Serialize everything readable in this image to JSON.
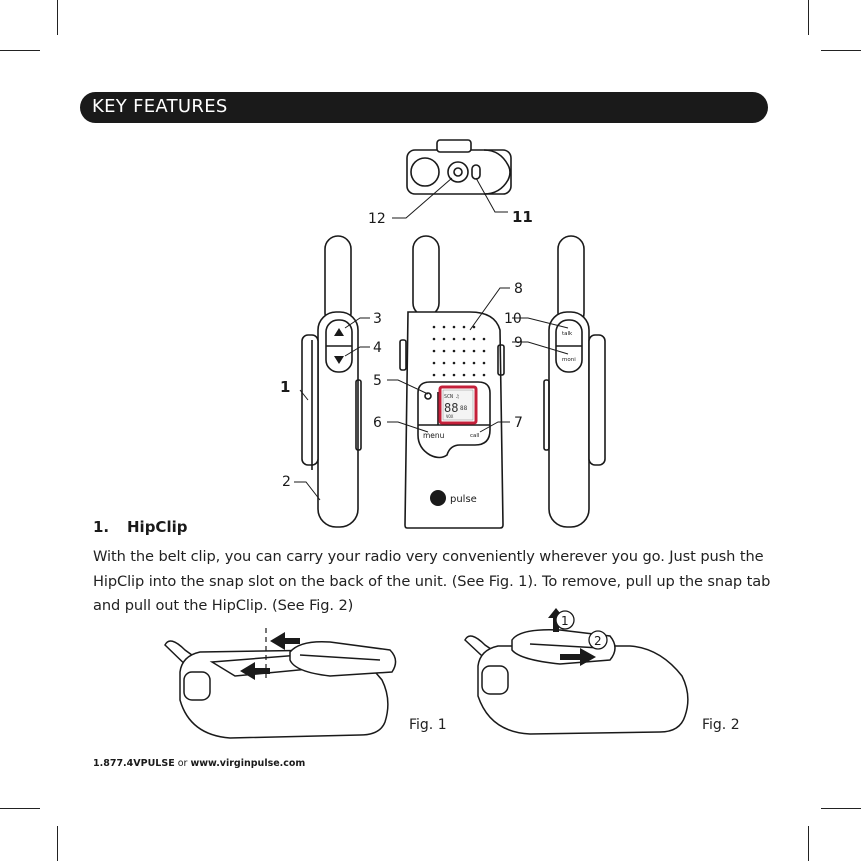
{
  "header": {
    "title": "KEY FEATURES"
  },
  "callouts": {
    "c1": "1",
    "c2": "2",
    "c3": "3",
    "c4": "4",
    "c5": "5",
    "c6": "6",
    "c7": "7",
    "c8": "8",
    "c9": "9",
    "c10": "10",
    "c11": "11",
    "c12": "12"
  },
  "device": {
    "menu_label": "menu",
    "call_label": "call",
    "talk_label": "talk",
    "moni_label": "moni",
    "brand_label": "pulse",
    "lcd_top": "SCN  ♫",
    "lcd_digits": "88",
    "lcd_small": "88",
    "lcd_bottom": "VOX"
  },
  "section": {
    "number": "1.",
    "title": "HipClip",
    "body": "With the belt clip, you can carry your radio very conveniently wherever you go. Just push the HipClip into the snap slot on the back of the unit. (See Fig. 1). To remove, pull up the snap tab and pull out the HipClip. (See Fig. 2)"
  },
  "figures": {
    "fig1_label": "Fig. 1",
    "fig2_label": "Fig. 2",
    "step1": "1",
    "step2": "2"
  },
  "footer": {
    "phone": "1.877.4VPULSE",
    "or": "or",
    "url": "www.virginpulse.com"
  }
}
